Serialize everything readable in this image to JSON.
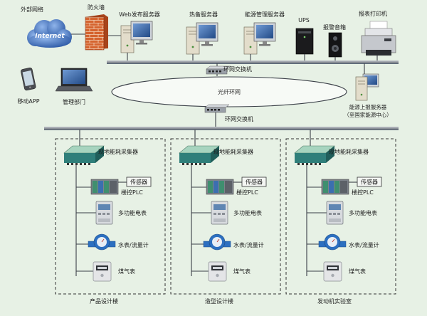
{
  "top": {
    "external_network": "外部网络",
    "internet": "Internet",
    "firewall": "防火墙",
    "web_server": "Web发布服务器",
    "standby_server": "热备服务器",
    "energy_server": "能源管理服务器",
    "ups": "UPS",
    "alarm_speaker": "报警音箱",
    "report_printer": "报表打印机"
  },
  "middle": {
    "ring_switch_top": "环网交换机",
    "fiber_ring": "光纤环网",
    "ring_switch_bottom": "环网交换机",
    "mobile_app": "移动APP",
    "management": "管理部门",
    "report_server_line1": "能源上报服务器",
    "report_server_line2": "（至国家能源中心）"
  },
  "buildings": [
    {
      "name": "产品设计楼",
      "collector": "现地能耗采集器",
      "sensor": "传感器",
      "plc": "楼控PLC",
      "electric_meter": "多功能电表",
      "water_meter": "水表/流量计",
      "gas_meter": "煤气表"
    },
    {
      "name": "造型设计楼",
      "collector": "现地能耗采集器",
      "sensor": "传感器",
      "plc": "楼控PLC",
      "electric_meter": "多功能电表",
      "water_meter": "水表/流量计",
      "gas_meter": "煤气表"
    },
    {
      "name": "发动机实验室",
      "collector": "现地能耗采集器",
      "sensor": "传感器",
      "plc": "楼控PLC",
      "electric_meter": "多功能电表",
      "water_meter": "水表/流量计",
      "gas_meter": "煤气表"
    }
  ],
  "colors": {
    "background": "#e7f1e5",
    "bus_line": "#8b9098",
    "cloud": "#2d5aa6",
    "firewall": "#d5632e",
    "collector": "#2f7f7a",
    "water_meter": "#2c6fc0"
  }
}
